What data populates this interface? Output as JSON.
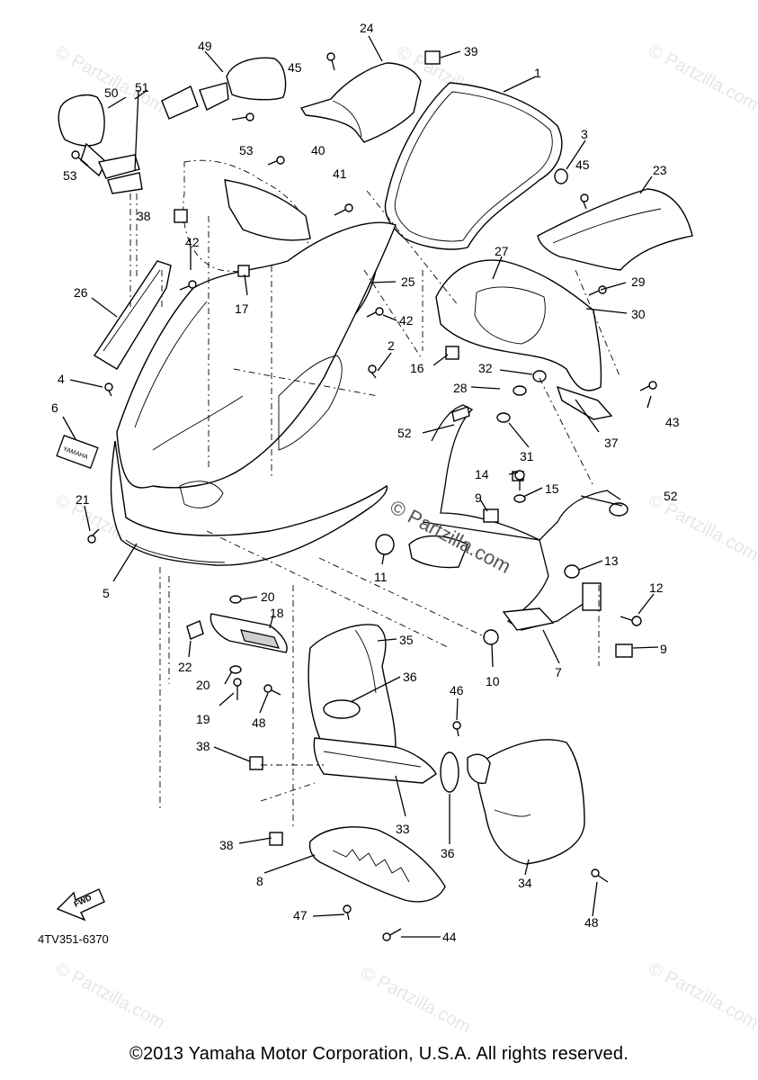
{
  "diagram": {
    "callouts": [
      "1",
      "2",
      "3",
      "4",
      "5",
      "6",
      "7",
      "8",
      "9",
      "9",
      "10",
      "11",
      "12",
      "13",
      "14",
      "15",
      "16",
      "17",
      "18",
      "19",
      "20",
      "20",
      "21",
      "22",
      "23",
      "24",
      "25",
      "26",
      "27",
      "28",
      "29",
      "30",
      "31",
      "32",
      "33",
      "34",
      "35",
      "36",
      "36",
      "37",
      "38",
      "38",
      "38",
      "39",
      "40",
      "41",
      "42",
      "42",
      "43",
      "44",
      "45",
      "45",
      "46",
      "47",
      "48",
      "48",
      "49",
      "50",
      "51",
      "52",
      "52",
      "53",
      "53"
    ],
    "badge_text": "YAMAHA",
    "fwd_label": "FWD",
    "center_watermark": "© Partzilla.com",
    "watermark": "© Partzilla.com",
    "drawing_code": "4TV351-6370",
    "copyright": "©2013 Yamaha Motor Corporation, U.S.A. All rights reserved."
  }
}
